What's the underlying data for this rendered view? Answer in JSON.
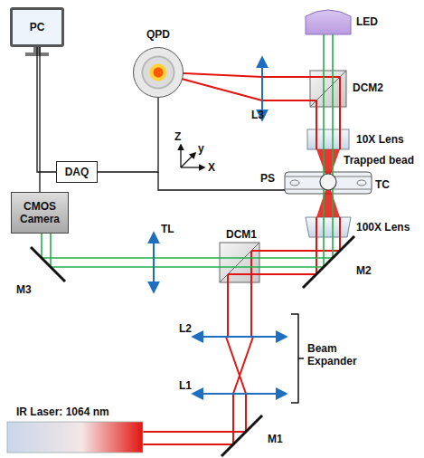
{
  "diagram": {
    "nodes": [
      {
        "text": [
          "QPD"
        ]
      },
      {
        "text": [
          "PC"
        ]
      },
      {
        "text": [
          "DAQ"
        ]
      },
      {
        "text": [
          "CMOS Camera"
        ]
      }
    ],
    "edges": [
      {
        "from": 1,
        "to": 3,
        "arrow": "none"
      },
      {
        "from": 2,
        "to": 1,
        "arrow": "none"
      },
      {
        "from": 0,
        "to": 2,
        "arrow": "none"
      }
    ],
    "labels": [
      "LED",
      "DCM2",
      "L3",
      "10X Lens",
      "Z",
      "y",
      "X",
      "PS",
      "Trapped bead",
      "TC",
      "100X Lens",
      "M2",
      "TL",
      "DCM1",
      "M3",
      "L2",
      "L1",
      "Beam Expander",
      "IR Laser: 1064 nm",
      "M1"
    ]
  }
}
